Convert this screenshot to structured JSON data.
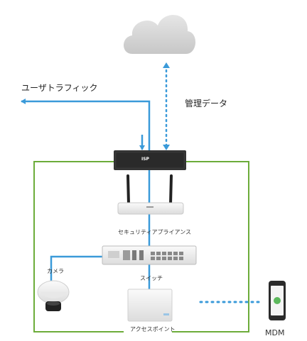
{
  "labels": {
    "user_traffic": "ユーザトラフィック",
    "management_data": "管理データ",
    "isp": "ISP",
    "security_appliance": "セキュリティアプライアンス",
    "camera": "カメラ",
    "switch": "スイッチ",
    "access_point": "アクセスポイント",
    "mdm": "MDM"
  },
  "colors": {
    "network_boundary": "#6cac3a",
    "link": "#3a9ad9",
    "cloud": "#d6d6d6",
    "isp_box": "#333333",
    "device": "#eeeeee"
  },
  "icons": [
    "cloud-icon",
    "router-icon",
    "security-appliance-icon",
    "switch-icon",
    "camera-icon",
    "access-point-icon",
    "phone-icon"
  ]
}
